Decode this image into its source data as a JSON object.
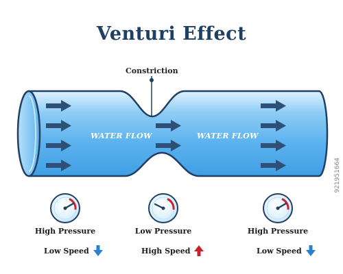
{
  "title": "Venturi Effect",
  "constriction_label": "Constriction",
  "flow_labels": [
    "WATER FLOW",
    "WATER FLOW"
  ],
  "gauges": [
    {
      "pressure": "High Pressure",
      "speed": "Low Speed",
      "speed_direction": "down",
      "arrow_color": "#2d7fd1"
    },
    {
      "pressure": "Low Pressure",
      "speed": "High Speed",
      "speed_direction": "up",
      "arrow_color": "#c8232c"
    },
    {
      "pressure": "High Pressure",
      "speed": "Low Speed",
      "speed_direction": "down",
      "arrow_color": "#2d7fd1"
    }
  ],
  "watermark": "921951664",
  "colors": {
    "title": "#1f3f63",
    "pipe_light": "#cfeaff",
    "pipe_mid": "#7cc3f5",
    "pipe_dark": "#3f9fe4",
    "flow_arrow": "#2e4f77",
    "gauge_red": "#c8232c"
  }
}
